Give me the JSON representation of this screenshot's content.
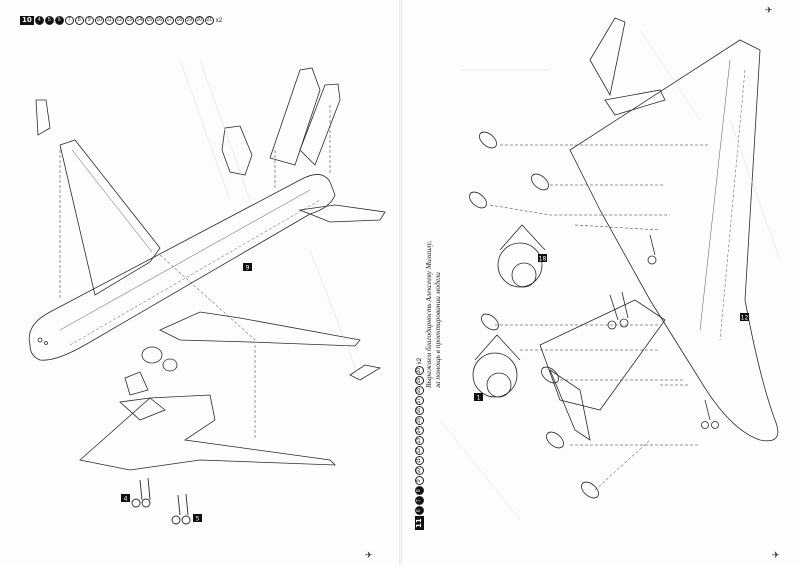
{
  "left_page": {
    "step_number": "10",
    "part_chips": [
      "4",
      "5",
      "6",
      "7",
      "8",
      "9",
      "10",
      "11",
      "12",
      "13",
      "14",
      "15",
      "16",
      "17",
      "18",
      "19",
      "20",
      "21"
    ],
    "chip_suffix": "x2",
    "sub_label": "9",
    "gear_labels": [
      "4",
      "5"
    ]
  },
  "right_page": {
    "step_number": "11",
    "part_chips": [
      "6",
      "7",
      "8",
      "9",
      "10",
      "11",
      "12",
      "13",
      "14",
      "15",
      "16",
      "17",
      "18",
      "19",
      "20"
    ],
    "chip_suffix": "x2",
    "engine_labels": [
      "18",
      "1"
    ],
    "fuselage_label": "12",
    "note_line1": "Выражаем благодарность Алексееву Михаилу,",
    "note_line2": "за помощь в проектировании модели"
  },
  "colors": {
    "ink": "#2a2a2a",
    "label_box": "#111111",
    "paper": "#fdfdfd"
  }
}
